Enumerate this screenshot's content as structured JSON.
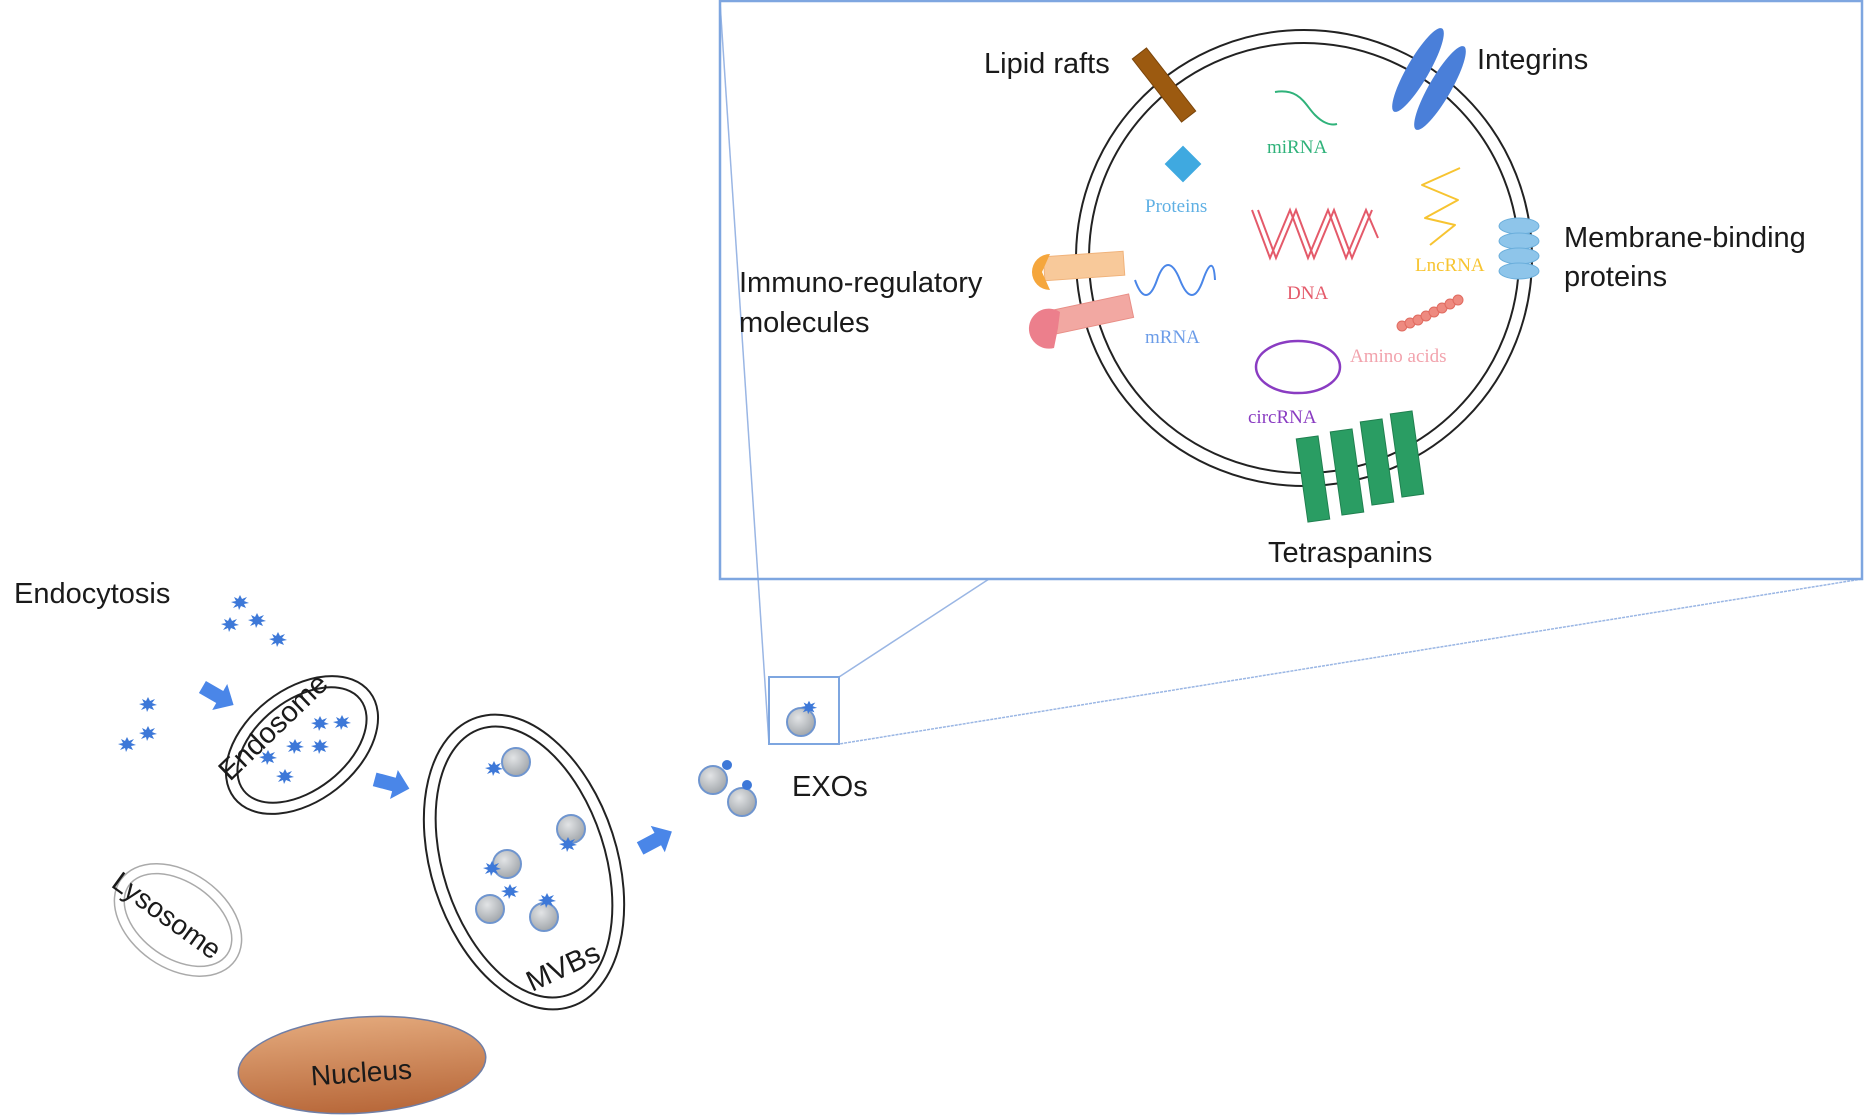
{
  "diagram": {
    "title": "Exosome biogenesis and composition",
    "pathway": {
      "endocytosis": "Endocytosis",
      "endosome": "Endosome",
      "lysosome": "Lysosome",
      "mvbs": "MVBs",
      "nucleus": "Nucleus",
      "exos": "EXOs"
    },
    "exosome_detail": {
      "surface": {
        "lipid_rafts": "Lipid rafts",
        "integrins": "Integrins",
        "membrane_binding_1": "Membrane-binding",
        "membrane_binding_2": "proteins",
        "immuno_1": "Immuno-regulatory",
        "immuno_2": "molecules",
        "tetraspanins": "Tetraspanins"
      },
      "cargo": {
        "proteins": "Proteins",
        "mirna": "miRNA",
        "lncrna": "LncRNA",
        "dna": "DNA",
        "mrna": "mRNA",
        "amino_acids": "Amino acids",
        "circrna": "circRNA"
      }
    },
    "colors": {
      "box_border": "#7ea6e0",
      "arrow": "#4a86e8",
      "cargo_star": "#3d78d8",
      "lipid_raft": "#9c5a10",
      "integrin": "#4a7fd9",
      "membrane_protein": "#8ec5ea",
      "tetraspanin": "#2a9d63",
      "proteins": "#3fa9e0",
      "mirna": "#2fb27a",
      "lncrna": "#f7c431",
      "dna": "#e45a6a",
      "mrna": "#4a86e8",
      "amino_acids": "#ee8a80",
      "circrna": "#8a3cc2",
      "nucleus": "#c97a45",
      "immuno_orange": "#f5a63c",
      "immuno_pink": "#ec7f8c"
    }
  }
}
